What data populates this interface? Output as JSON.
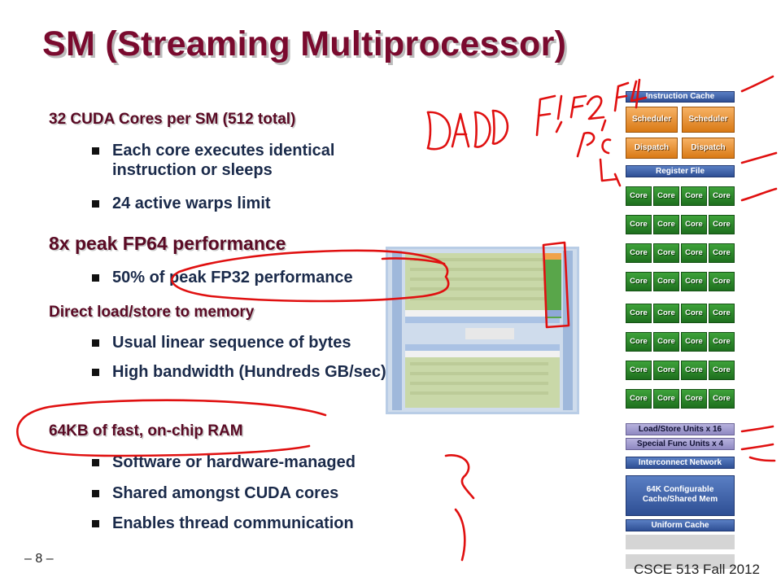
{
  "slide": {
    "title": "SM (Streaming Multiprocessor)",
    "page_number": "– 8 –",
    "course": "CSCE 513 Fall 2012"
  },
  "content": {
    "section1": {
      "heading": "32 CUDA Cores per SM (512 total)",
      "bullets": [
        "Each core executes identical instruction or sleeps",
        "24 active warps limit"
      ]
    },
    "section2": {
      "heading": "8x peak FP64 performance",
      "bullets": [
        "50% of peak FP32 performance"
      ]
    },
    "section3": {
      "heading": "Direct load/store to memory",
      "bullets": [
        "Usual linear sequence of bytes",
        "High bandwidth (Hundreds GB/sec)"
      ]
    },
    "section4": {
      "heading": "64KB of fast, on-chip RAM",
      "bullets": [
        "Software or hardware-managed",
        "Shared amongst CUDA cores",
        "Enables thread communication"
      ]
    }
  },
  "sm_diagram": {
    "instruction_cache": "Instruction Cache",
    "scheduler": "Scheduler",
    "dispatch": "Dispatch",
    "register_file": "Register File",
    "core_label": "Core",
    "load_store": "Load/Store Units x 16",
    "special_func": "Special Func Units x 4",
    "interconnect": "Interconnect Network",
    "shared_mem": "64K Configurable Cache/Shared Mem",
    "uniform_cache": "Uniform Cache"
  },
  "annotations": {
    "handwritten": [
      "DADD",
      "F1, F2, F4"
    ]
  },
  "colors": {
    "title": "#7a0a2e",
    "heading": "#5a0a24",
    "bullet_text": "#1a2a4a",
    "ink": "#e01010",
    "core": "#2e8b2e",
    "scheduler": "#f29a3a",
    "sm_block": "#3a5fa8"
  }
}
